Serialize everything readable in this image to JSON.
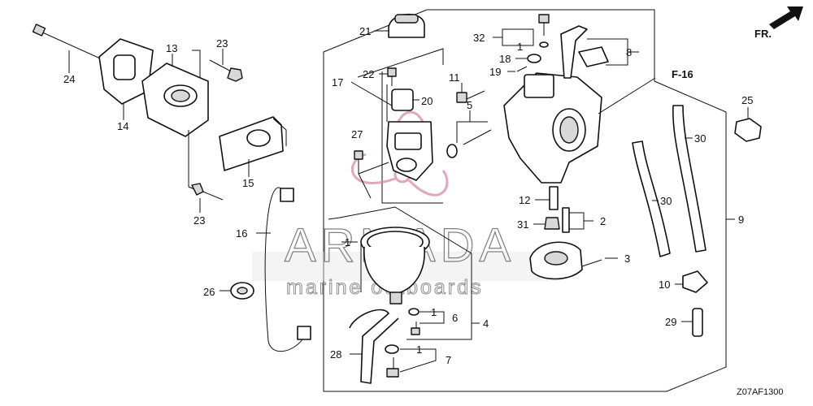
{
  "diagram": {
    "code": "Z07AF1300",
    "direction": "FR.",
    "reference": "F-16",
    "watermark": {
      "brand": "ARMADA",
      "tagline": "marine outboards"
    },
    "callouts": [
      {
        "id": "c24",
        "text": "24"
      },
      {
        "id": "c14",
        "text": "14"
      },
      {
        "id": "c13",
        "text": "13"
      },
      {
        "id": "c23a",
        "text": "23"
      },
      {
        "id": "c23b",
        "text": "23"
      },
      {
        "id": "c15",
        "text": "15"
      },
      {
        "id": "c16",
        "text": "16"
      },
      {
        "id": "c26",
        "text": "26"
      },
      {
        "id": "c21",
        "text": "21"
      },
      {
        "id": "c17",
        "text": "17"
      },
      {
        "id": "c22",
        "text": "22"
      },
      {
        "id": "c20",
        "text": "20"
      },
      {
        "id": "c27",
        "text": "27"
      },
      {
        "id": "c1a",
        "text": "1"
      },
      {
        "id": "c1b",
        "text": "1"
      },
      {
        "id": "c6",
        "text": "6"
      },
      {
        "id": "c4",
        "text": "4"
      },
      {
        "id": "c28",
        "text": "28"
      },
      {
        "id": "c1c",
        "text": "1"
      },
      {
        "id": "c7",
        "text": "7"
      },
      {
        "id": "c32",
        "text": "32"
      },
      {
        "id": "c1d",
        "text": "1"
      },
      {
        "id": "c18",
        "text": "18"
      },
      {
        "id": "c19",
        "text": "19"
      },
      {
        "id": "c8",
        "text": "8"
      },
      {
        "id": "c11",
        "text": "11"
      },
      {
        "id": "c5",
        "text": "5"
      },
      {
        "id": "c12",
        "text": "12"
      },
      {
        "id": "c31",
        "text": "31"
      },
      {
        "id": "c2",
        "text": "2"
      },
      {
        "id": "c3",
        "text": "3"
      },
      {
        "id": "c30a",
        "text": "30"
      },
      {
        "id": "c30b",
        "text": "30"
      },
      {
        "id": "c25",
        "text": "25"
      },
      {
        "id": "c9",
        "text": "9"
      },
      {
        "id": "c10",
        "text": "10"
      },
      {
        "id": "c29",
        "text": "29"
      }
    ]
  }
}
